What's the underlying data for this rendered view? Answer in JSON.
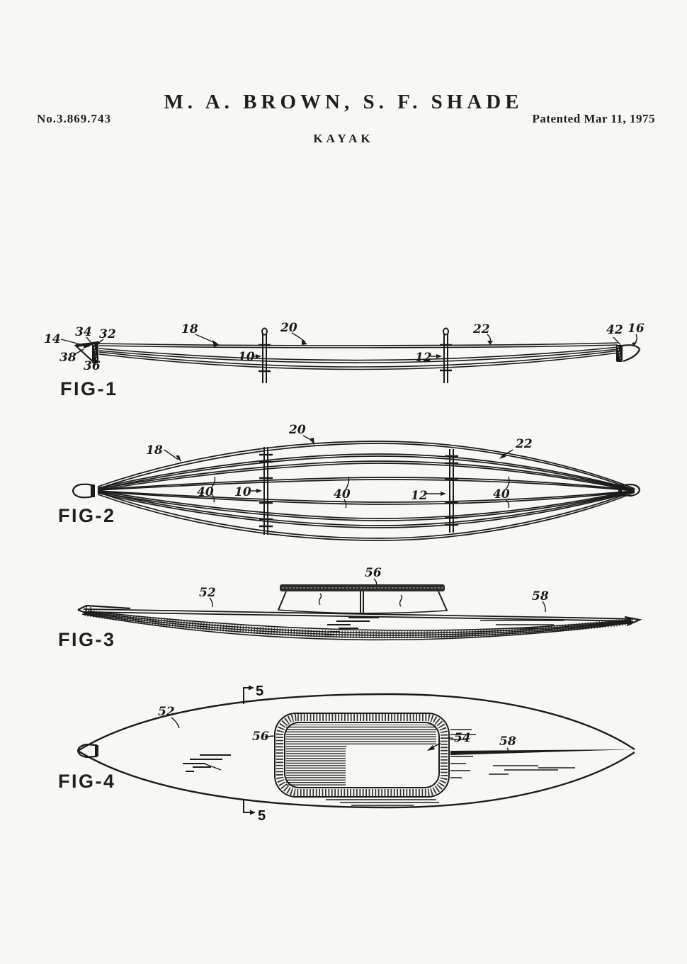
{
  "header": {
    "patent_number": "No.3.869.743",
    "inventors": "M. A. BROWN, S. F. SHADE",
    "patent_date": "Patented Mar 11, 1975",
    "title": "KAYAK"
  },
  "figures": {
    "fig1": {
      "label": "FIG-1",
      "refs": {
        "r14": "14",
        "r34": "34",
        "r32": "32",
        "r38": "38",
        "r36": "36",
        "r18": "18",
        "r20": "20",
        "r10": "10",
        "r12": "12",
        "r22": "22",
        "r42": "42",
        "r16": "16"
      }
    },
    "fig2": {
      "label": "FIG-2",
      "refs": {
        "r18": "18",
        "r20": "20",
        "r22": "22",
        "r40a": "40",
        "r10": "10",
        "r40b": "40",
        "r12": "12",
        "r40c": "40"
      }
    },
    "fig3": {
      "label": "FIG-3",
      "refs": {
        "r52": "52",
        "r56": "56",
        "r58": "58"
      }
    },
    "fig4": {
      "label": "FIG-4",
      "refs": {
        "r5_top": "5",
        "r52": "52",
        "r56": "56",
        "r54": "54",
        "r58": "58",
        "r5_bottom": "5"
      },
      "section_line": "5"
    }
  },
  "colors": {
    "paper": "#f7f7f4",
    "ink": "#1b1b1b"
  }
}
